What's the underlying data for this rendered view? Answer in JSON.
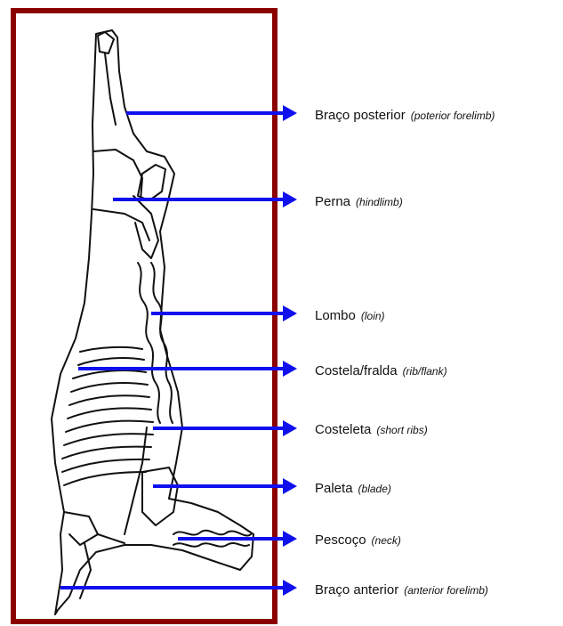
{
  "colors": {
    "frame": "#8b0000",
    "arrow": "#1010ee",
    "drawing": "#111111"
  },
  "labels": [
    {
      "pt": "Braço posterior",
      "en": "(poterior forelimb)"
    },
    {
      "pt": "Perna",
      "en": "(hindlimb)"
    },
    {
      "pt": "Lombo",
      "en": "(loin)"
    },
    {
      "pt": "Costela/fralda",
      "en": "(rib/flank)"
    },
    {
      "pt": "Costeleta",
      "en": "(short ribs)"
    },
    {
      "pt": "Paleta",
      "en": "(blade)"
    },
    {
      "pt": "Pescoço",
      "en": "(neck)"
    },
    {
      "pt": "Braço anterior",
      "en": "(anterior forelimb)"
    }
  ]
}
